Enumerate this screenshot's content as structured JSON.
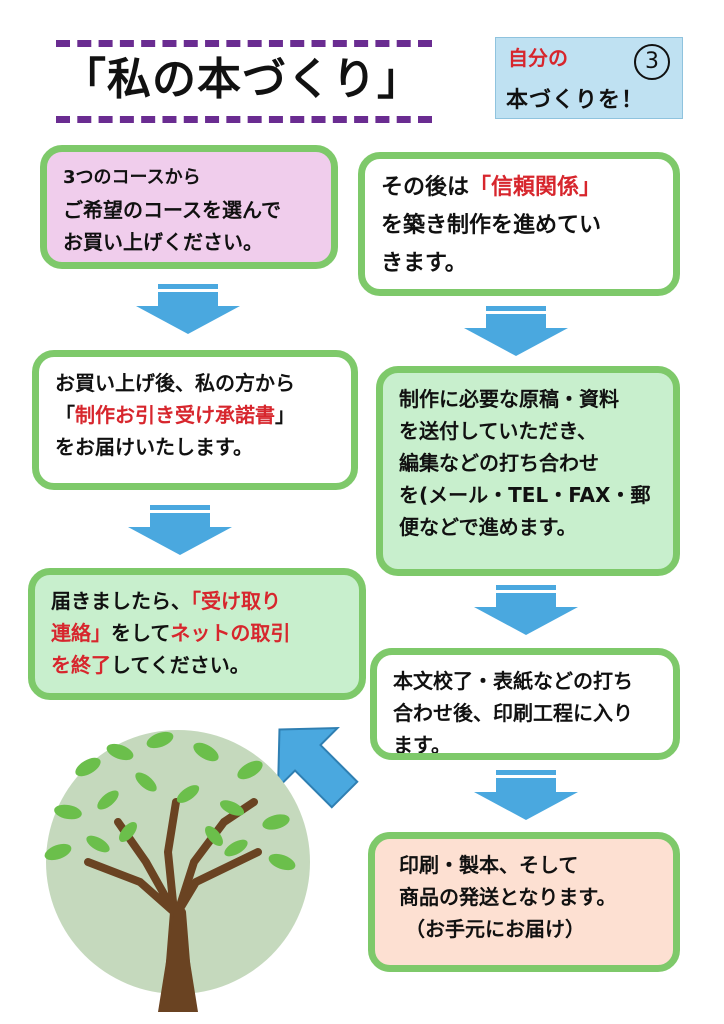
{
  "title": "「私の本づくり」",
  "badge": {
    "line1": "自分の",
    "line2": "本づくりを！",
    "number": "3"
  },
  "left_steps": {
    "step1": {
      "lines": [
        "3つのコースから",
        "ご希望のコースを選んで",
        "お買い上げください。"
      ]
    },
    "step2": {
      "line1": "お買い上げ後、私の方から",
      "line2_quote_open": "「",
      "line2_highlight": "制作お引き受け承諾書",
      "line2_quote_close": "」",
      "line3": "をお届けいたします。"
    },
    "step3": {
      "line1_text": "届きましたら、",
      "line1_highlight": "「受け取り",
      "line2_highlight1": "連絡」",
      "line2_text": "をして",
      "line2_highlight2": "ネットの取引",
      "line3_highlight": "を終了",
      "line3_text": "してください。"
    }
  },
  "right_steps": {
    "step1": {
      "line1_text": "その後は",
      "line1_highlight": "「信頼関係」",
      "line2": "を築き制作を進めてい",
      "line3": "きます。"
    },
    "step2": {
      "lines": [
        "制作に必要な原稿・資料",
        "を送付していただき、",
        "編集などの打ち合わせ",
        "を(メール・TEL・FAX・郵",
        "便などで進めます。"
      ]
    },
    "step3": {
      "lines": [
        "本文校了・表紙などの打ち",
        "合わせ後、印刷工程に入り",
        "ます。"
      ]
    },
    "step4": {
      "lines": [
        "印刷・製本、そして",
        "商品の発送となります。",
        "（お手元にお届け）"
      ]
    }
  },
  "colors": {
    "box_border": "#7ec96a",
    "arrow": "#4aa8df",
    "highlight": "#d7262d",
    "title_dash": "#6a2c91",
    "badge_bg": "#bfe1f2",
    "tree_circle": "#c5d9bd",
    "tree_trunk": "#6a4322",
    "leaf": "#6bbf4b"
  },
  "icons": [
    "down-arrow-icon",
    "up-right-arrow-icon",
    "tree-illustration"
  ]
}
